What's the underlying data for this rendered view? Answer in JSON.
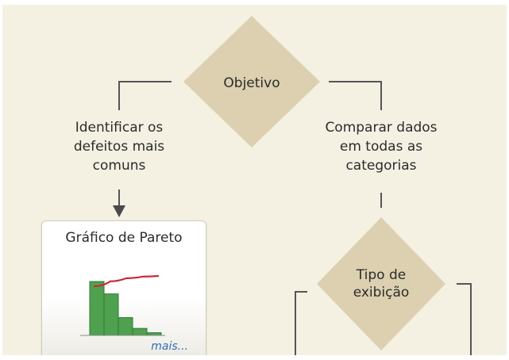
{
  "colors": {
    "background": "#f4f1e3",
    "diamond": "#ddd0b0",
    "connector": "#555555",
    "bar_fill": "#4fa14f",
    "curve": "#cc2a36",
    "link": "#2f6fb3"
  },
  "diagram": {
    "objective": {
      "label": "Objetivo"
    },
    "branch_left": {
      "label_lines": [
        "Identificar os",
        "defeitos mais",
        "comuns"
      ]
    },
    "branch_right": {
      "label_lines": [
        "Comparar dados",
        "em todas as",
        "categorias"
      ]
    },
    "display_type": {
      "label_lines": [
        "Tipo de",
        "exibição"
      ]
    },
    "pareto_card": {
      "title": "Gráfico de Pareto",
      "more_link": "mais...",
      "thumbnail": {
        "bars": [
          1.0,
          0.77,
          0.33,
          0.13,
          0.05
        ],
        "cumulative_curve": [
          0.0,
          0.48,
          0.78,
          0.93,
          1.0
        ]
      }
    }
  }
}
